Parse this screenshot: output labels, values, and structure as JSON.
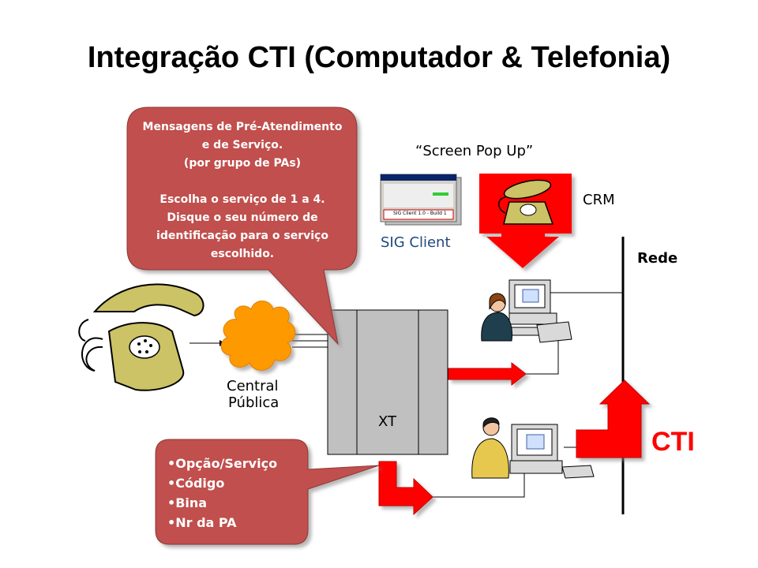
{
  "title": "Integração CTI (Computador & Telefonia)",
  "callout_top": {
    "lines": [
      "Mensagens de Pré-Atendimento",
      "e de Serviço.",
      "(por grupo de PAs)",
      "",
      "Escolha o serviço de 1 a 4.",
      "Disque o seu número de",
      "identificação para o serviço",
      "escolhido."
    ]
  },
  "callout_bottom": {
    "items": [
      "•Opção/Serviço",
      "•Código",
      "•Bina",
      "•Nr da PA"
    ]
  },
  "labels": {
    "screen_pop": "“Screen Pop Up”",
    "crm": "CRM",
    "sig_client": "SIG Client",
    "rede": "Rede",
    "central_line1": "Central",
    "central_line2": "Pública",
    "xt": "XT",
    "cti": "CTI"
  },
  "sig_window": {
    "banner": "SIG Client 1.0 - Build 1"
  },
  "colors": {
    "callout": "#c0504d",
    "arrow_red": "#ff0000",
    "cloud": "#ff9900",
    "switch": "#c0c0c0",
    "sig_label": "#1f497d",
    "cti_label": "#ff0000"
  }
}
